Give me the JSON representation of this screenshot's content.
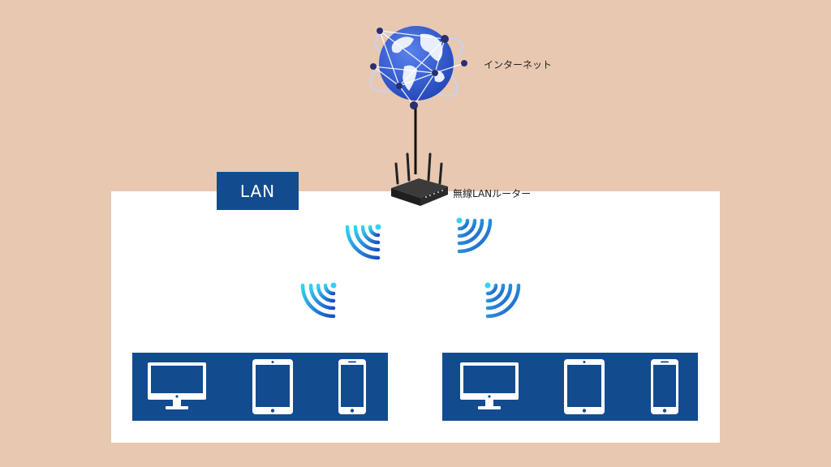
{
  "labels": {
    "internet": "インターネット",
    "router": "無線LANルーター",
    "lan": "LAN"
  },
  "colors": {
    "background": "#e8c8b0",
    "lan_area": "#ffffff",
    "panel": "#134b8f",
    "globe": "#3d63d6",
    "wifi_light": "#2ec2ee",
    "wifi_dark": "#1a55c8",
    "router": "#2b2b2b"
  },
  "icons": {
    "globe": "globe-network-icon",
    "router": "wifi-router-icon",
    "wifi": "wifi-signal-icon",
    "monitor": "desktop-monitor-icon",
    "tablet": "tablet-icon",
    "phone": "smartphone-icon"
  },
  "device_groups": [
    {
      "devices": [
        "monitor",
        "tablet",
        "phone"
      ]
    },
    {
      "devices": [
        "monitor",
        "tablet",
        "phone"
      ]
    }
  ]
}
